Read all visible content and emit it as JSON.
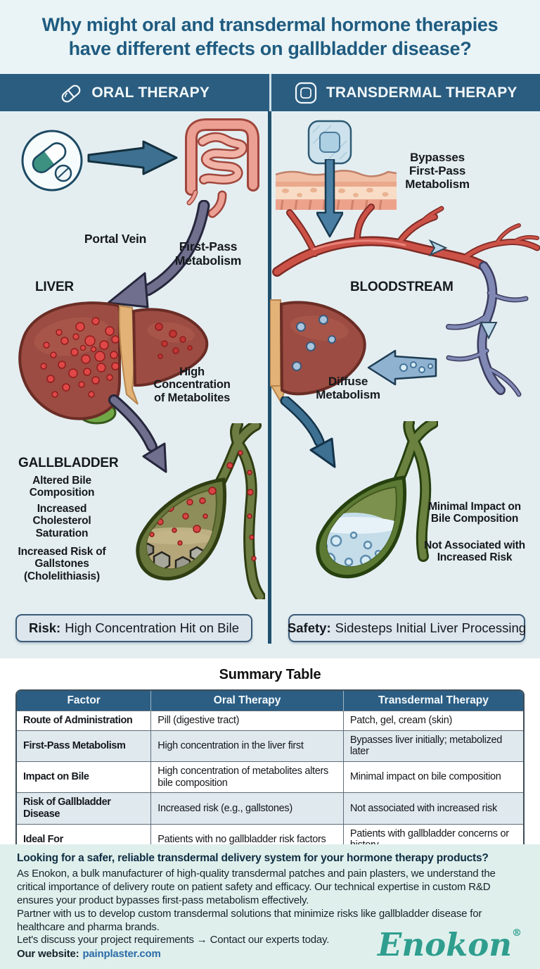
{
  "title": "Why might oral and transdermal hormone therapies have different effects on gallbladder disease?",
  "columns": {
    "oral": {
      "header": "ORAL THERAPY",
      "labels": {
        "portal_vein": "Portal Vein",
        "first_pass": "First-Pass Metabolism",
        "liver": "LIVER",
        "high_concentration": "High Concentration of Metabolites",
        "gallbladder": "GALLBLADDER",
        "point1": "Altered Bile Composition",
        "point2": "Increased Cholesterol Saturation",
        "point3": "Increased Risk of Gallstones (Cholelithiasis)"
      },
      "verdict_label": "Risk:",
      "verdict_text": "High Concentration Hit on Bile"
    },
    "transdermal": {
      "header": "TRANSDERMAL THERAPY",
      "labels": {
        "bypasses": "Bypasses First-Pass Metabolism",
        "bloodstream": "BLOODSTREAM",
        "diffuse": "Diffuse Metabolism",
        "minimal": "Minimal Impact on Bile Composition",
        "not_associated": "Not Associated with Increased Risk"
      },
      "verdict_label": "Safety:",
      "verdict_text": "Sidesteps Initial Liver Processing"
    }
  },
  "summary": {
    "title": "Summary Table",
    "headers": [
      "Factor",
      "Oral Therapy",
      "Transdermal Therapy"
    ],
    "rows": [
      [
        "Route of Administration",
        "Pill (digestive tract)",
        "Patch, gel, cream (skin)"
      ],
      [
        "First-Pass Metabolism",
        "High concentration in the liver first",
        "Bypasses liver initially; metabolized later"
      ],
      [
        "Impact on Bile",
        "High concentration of metabolites alters bile composition",
        "Minimal impact on bile composition"
      ],
      [
        "Risk of Gallbladder Disease",
        "Increased risk (e.g., gallstones)",
        "Not associated with increased risk"
      ],
      [
        "Ideal For",
        "Patients with no gallbladder risk factors",
        "Patients with gallbladder concerns or history"
      ]
    ]
  },
  "footer": {
    "heading": "Looking for a safer, reliable transdermal delivery system for your hormone therapy products?",
    "para1": "As Enokon, a bulk manufacturer of high-quality transdermal patches and pain plasters, we understand the critical importance of delivery route on patient safety and efficacy. Our technical expertise in custom R&D ensures your product bypasses first-pass metabolism effectively.",
    "para2": "Partner with us to develop custom transdermal solutions that minimize risks like gallbladder disease for healthcare and pharma brands.",
    "cta": "Let's discuss your project requirements → Contact our experts today.",
    "website_label": "Our website:",
    "website_url": "painplaster.com",
    "logo": "Enokon",
    "logo_reg": "®"
  },
  "colors": {
    "header_bg": "#2b5d80",
    "title": "#1f5b80",
    "accent_teal": "#2f9e8e",
    "link": "#2c6ca8",
    "table_alt_row": "#dfe9ee"
  }
}
